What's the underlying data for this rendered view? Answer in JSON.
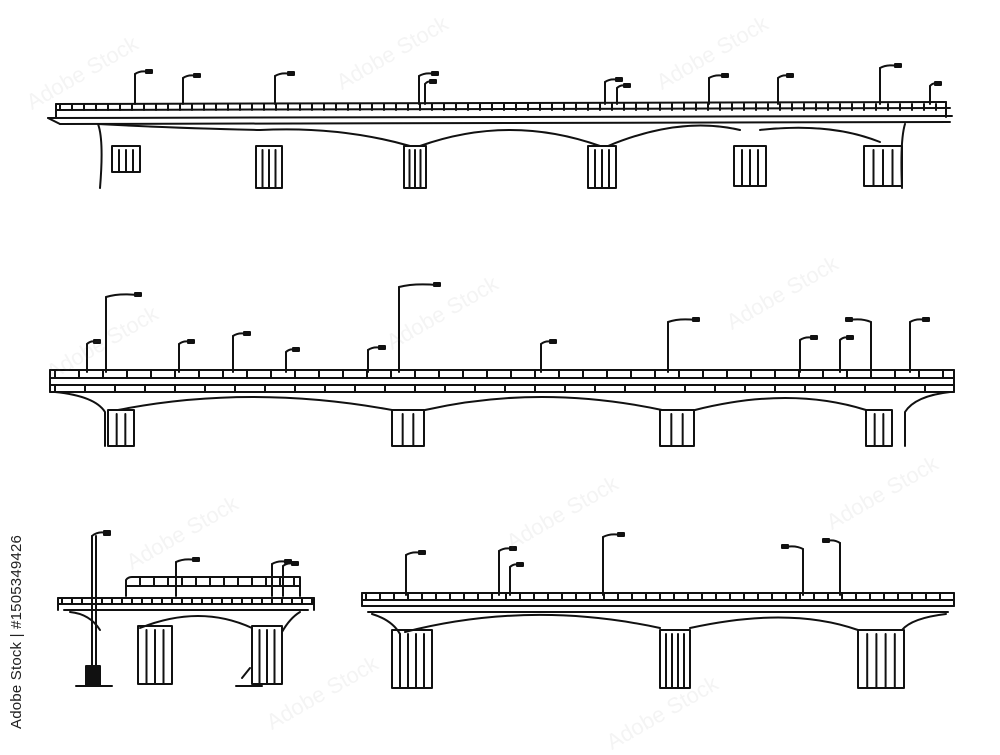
{
  "stock_id": "Adobe Stock | #1505349426",
  "watermark": "Adobe Stock",
  "colors": {
    "ink": "#111111",
    "background": "#ffffff"
  },
  "bridges": [
    {
      "name": "bridge-top",
      "style": "multi-span girder viaduct"
    },
    {
      "name": "bridge-middle",
      "style": "long arched viaduct"
    },
    {
      "name": "bridge-bottom-left",
      "style": "short overpass with pole"
    },
    {
      "name": "bridge-bottom-right",
      "style": "three-span arched overpass"
    }
  ]
}
